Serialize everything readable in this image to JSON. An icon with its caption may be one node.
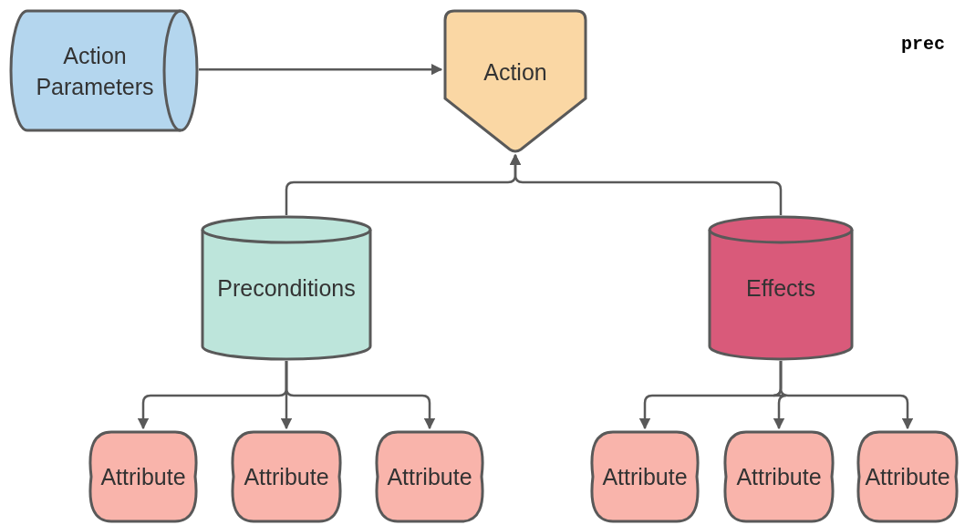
{
  "diagram": {
    "nodes": [
      {
        "text": [
          "Action Parameters"
        ]
      },
      {
        "text": [
          "Action"
        ]
      },
      {
        "text": [
          "Preconditions"
        ]
      },
      {
        "text": [
          "Effects"
        ]
      },
      {
        "text": [
          "Attribute"
        ]
      },
      {
        "text": [
          "Attribute"
        ]
      },
      {
        "text": [
          "Attribute"
        ]
      },
      {
        "text": [
          "Attribute"
        ]
      },
      {
        "text": [
          "Attribute"
        ]
      },
      {
        "text": [
          "Attribute"
        ]
      }
    ],
    "edges": [
      {
        "from": 0,
        "to": 1,
        "arrow": "to"
      },
      {
        "from": 2,
        "to": 1,
        "arrow": "to"
      },
      {
        "from": 3,
        "to": 1,
        "arrow": "to"
      },
      {
        "from": 2,
        "to": 4,
        "arrow": "to"
      },
      {
        "from": 2,
        "to": 5,
        "arrow": "to"
      },
      {
        "from": 2,
        "to": 6,
        "arrow": "to"
      },
      {
        "from": 3,
        "to": 7,
        "arrow": "to"
      },
      {
        "from": 3,
        "to": 8,
        "arrow": "to"
      },
      {
        "from": 3,
        "to": 9,
        "arrow": "to"
      }
    ],
    "labels": [
      "prec"
    ]
  }
}
